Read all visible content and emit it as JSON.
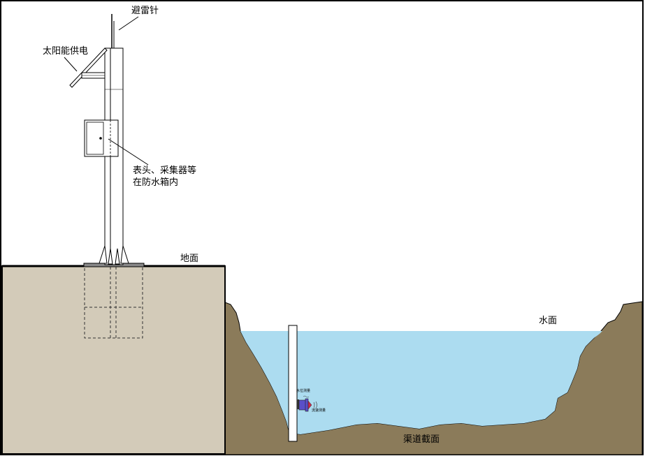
{
  "labels": {
    "lightning_rod": "避雷针",
    "solar_power": "太阳能供电",
    "waterproof_box_line1": "表头、采集器等",
    "waterproof_box_line2": "在防水箱内",
    "ground": "地面",
    "water_surface": "水面",
    "channel_section": "渠道截面",
    "sensor_top_label": "水位测量",
    "sensor_side_label": "流速测量"
  },
  "colors": {
    "ground_block": "#d3cbb9",
    "water": "#acdcf0",
    "channel_earth": "#8b7b5a",
    "pole": "#ffffff",
    "sensor": "#5a4fc8",
    "sensor_head": "#cc2a4a",
    "outline": "#000000"
  }
}
